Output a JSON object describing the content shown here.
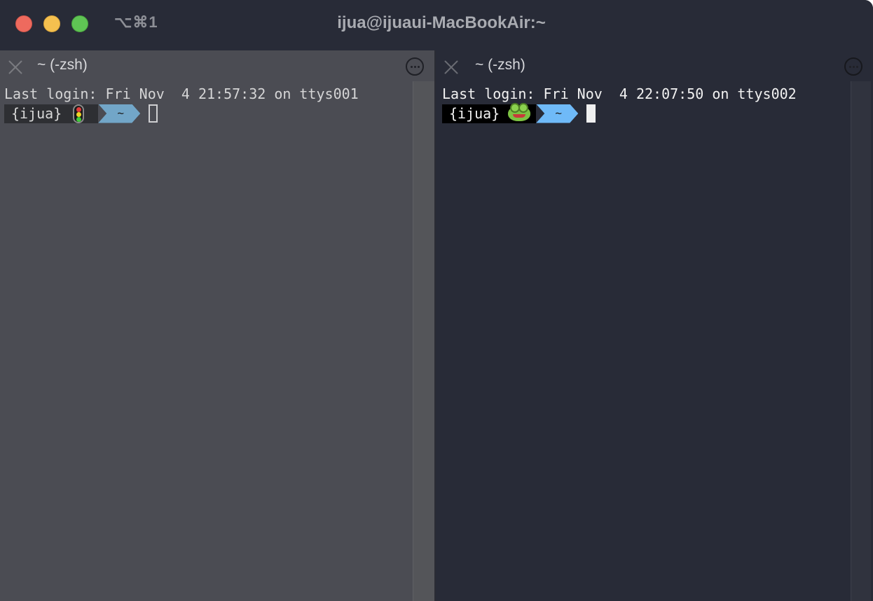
{
  "window": {
    "title": "ijua@ijuaui-MacBookAir:~",
    "shortcut": "⌥⌘1",
    "traffic_lights": [
      "close",
      "minimize",
      "maximize"
    ]
  },
  "colors": {
    "left_pane_bg": "#4b4c53",
    "right_pane_bg": "#282b37",
    "titlebar_bg": "#282b37",
    "left_dir_segment": "#72a6c8",
    "right_dir_segment": "#6fbaf8"
  },
  "panes": [
    {
      "tab_title": "~ (-zsh)",
      "close_icon": "close-icon",
      "more_icon": "ellipsis-circle-icon",
      "login_line": "Last login: Fri Nov  4 21:57:32 on ttys001",
      "prompt": {
        "user": "{ijua}",
        "emoji": "vertical-traffic-light",
        "directory": "~"
      },
      "cursor_style": "hollow-block",
      "active": false
    },
    {
      "tab_title": "~ (-zsh)",
      "close_icon": "close-icon",
      "more_icon": "ellipsis-circle-icon",
      "login_line": "Last login: Fri Nov  4 22:07:50 on ttys002",
      "prompt": {
        "user": "{ijua}",
        "emoji": "frog-face",
        "directory": "~"
      },
      "cursor_style": "solid-block",
      "active": true
    }
  ]
}
